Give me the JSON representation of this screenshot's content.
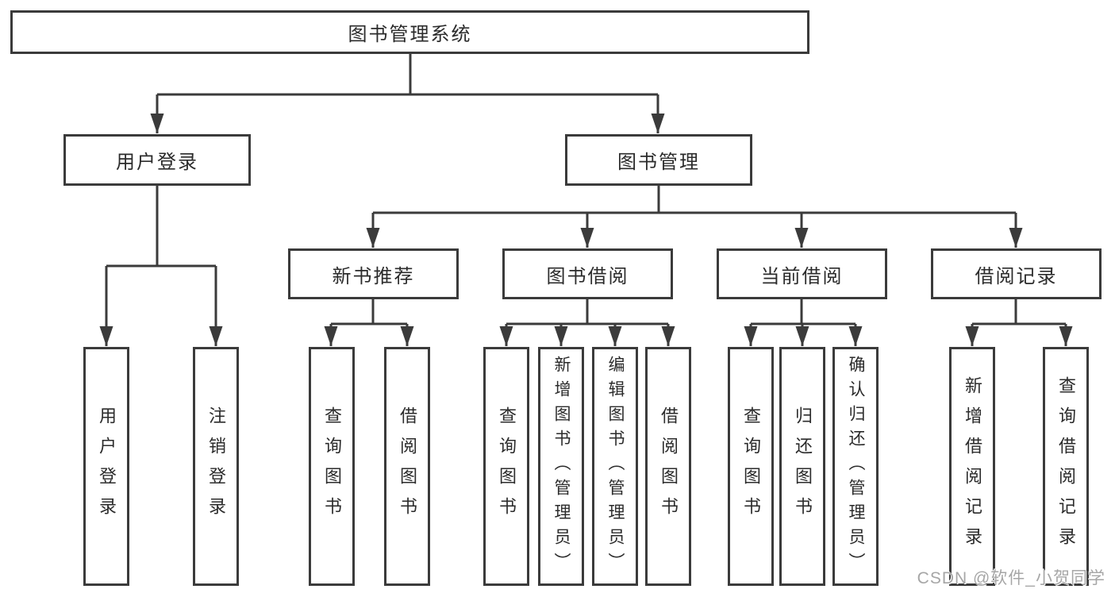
{
  "diagram": {
    "root": {
      "label": "图书管理系统"
    },
    "user_login": {
      "label": "用户登录",
      "children": [
        "用户登录",
        "注销登录"
      ]
    },
    "book_mgmt": {
      "label": "图书管理",
      "children": [
        {
          "label": "新书推荐",
          "children": [
            "查询图书",
            "借阅图书"
          ]
        },
        {
          "label": "图书借阅",
          "children": [
            "查询图书",
            "新增图书（管理员）",
            "编辑图书（管理员）",
            "借阅图书"
          ]
        },
        {
          "label": "当前借阅",
          "children": [
            "查询图书",
            "归还图书",
            "确认归还（管理员）"
          ]
        },
        {
          "label": "借阅记录",
          "children": [
            "新增借阅记录",
            "查询借阅记录"
          ]
        }
      ]
    },
    "colors": {
      "line": "#3b3b3b",
      "text": "#2b2b2b",
      "watermark": "#a6a6a6"
    }
  },
  "watermark": {
    "text": "CSDN @软件_小贺同学"
  }
}
